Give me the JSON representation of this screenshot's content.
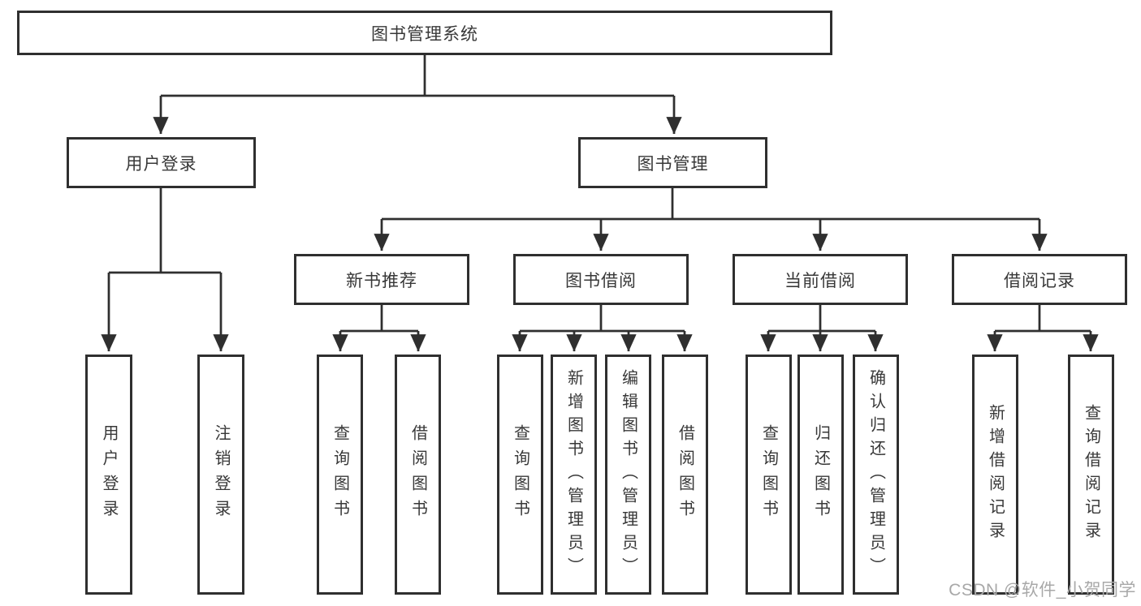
{
  "tree": {
    "root": {
      "label": "图书管理系统"
    },
    "branches": [
      {
        "label": "用户登录",
        "children": [
          {
            "label": "用户登录"
          },
          {
            "label": "注销登录"
          }
        ]
      },
      {
        "label": "图书管理",
        "children": [
          {
            "label": "新书推荐",
            "children": [
              {
                "label": "查询图书"
              },
              {
                "label": "借阅图书"
              }
            ]
          },
          {
            "label": "图书借阅",
            "children": [
              {
                "label": "查询图书"
              },
              {
                "label": "新增图书（管理员）"
              },
              {
                "label": "编辑图书（管理员）"
              },
              {
                "label": "借阅图书"
              }
            ]
          },
          {
            "label": "当前借阅",
            "children": [
              {
                "label": "查询图书"
              },
              {
                "label": "归还图书"
              },
              {
                "label": "确认归还（管理员）"
              }
            ]
          },
          {
            "label": "借阅记录",
            "children": [
              {
                "label": "新增借阅记录"
              },
              {
                "label": "查询借阅记录"
              }
            ]
          }
        ]
      }
    ]
  },
  "watermark": {
    "text": "CSDN @软件_小贺同学"
  },
  "colors": {
    "line": "#2f2f2f",
    "box_border": "#2f2f2f",
    "text": "#383838",
    "watermark": "#a8a8a8",
    "background": "#ffffff"
  }
}
